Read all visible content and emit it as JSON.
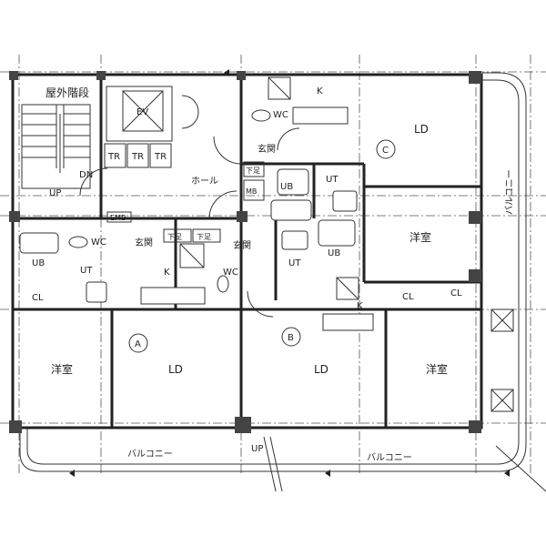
{
  "labels": {
    "outdoor_stairs": "屋外階段",
    "ev": "EV",
    "up_left": "UP",
    "dn": "DN",
    "tr1": "TR",
    "tr2": "TR",
    "tr3": "TR",
    "hall": "ホール",
    "emb": "EMB",
    "mb": "MB",
    "shoes_top": "下足",
    "shoes_a": "下足",
    "shoes_b": "下足",
    "unit_a": "A",
    "unit_b": "B",
    "unit_c": "C",
    "a_ub": "UB",
    "a_wc": "WC",
    "a_genkan": "玄関",
    "a_ut": "UT",
    "a_k": "K",
    "a_cl": "CL",
    "a_youshitsu": "洋室",
    "a_ld": "LD",
    "b_genkan": "玄関",
    "b_wc": "WC",
    "b_ut": "UT",
    "b_ub": "UB",
    "b_k": "K",
    "b_ld": "LD",
    "b_cl1": "CL",
    "b_cl2": "CL",
    "b_youshitsu": "洋室",
    "c_k": "K",
    "c_wc": "WC",
    "c_ld": "LD",
    "c_genkan": "玄関",
    "c_ub": "UB",
    "c_ut": "UT",
    "c_youshitsu": "洋室",
    "balcony_left": "バルコニー",
    "balcony_right": "バルコニー",
    "balcony_side": "バルコニー",
    "up_bottom": "UP"
  }
}
